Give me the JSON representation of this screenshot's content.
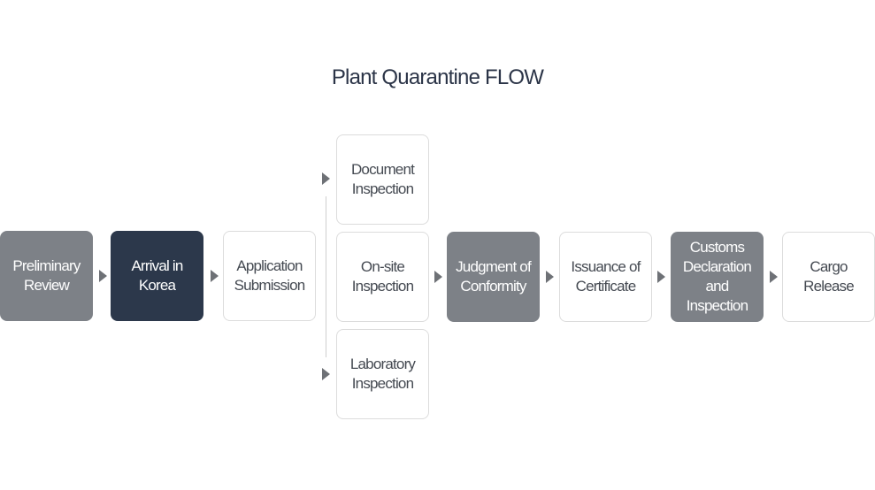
{
  "title": "Plant Quarantine FLOW",
  "steps": {
    "preliminary_review": "Preliminary\nReview",
    "arrival_in_korea": "Arrival in\nKorea",
    "application_submission": "Application\nSubmission",
    "document_inspection": "Document\nInspection",
    "onsite_inspection": "On-site\nInspection",
    "laboratory_inspection": "Laboratory\nInspection",
    "judgment_of_conformity": "Judgment of\nConformity",
    "issuance_of_certificate": "Issuance of\nCertificate",
    "customs_declaration": "Customs\nDeclaration\nand\nInspection",
    "cargo_release": "Cargo\nRelease"
  },
  "colors": {
    "gray_box": "#7d8187",
    "dark_box": "#2c384b",
    "white_box_border": "#dcdcdc",
    "arrow": "#6e7176",
    "title": "#2b3447"
  }
}
